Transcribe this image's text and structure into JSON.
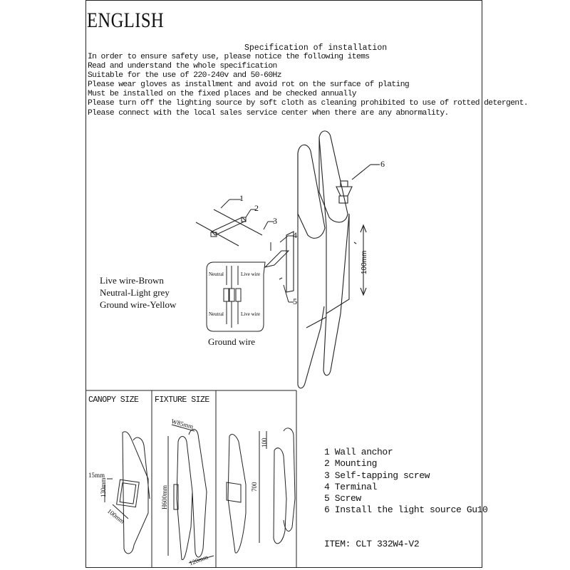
{
  "header": {
    "title": "ENGLISH"
  },
  "specification": {
    "heading": "Specification of installation",
    "lines": [
      "In order to ensure safety use, please notice the following items",
      "Read and understand the whole specification",
      "Suitable for the use of 220-240v and 50-60Hz",
      "Please wear gloves as installment and avoid rot on the surface of plating",
      "Must be installed on the fixed places and be checked annually",
      "Please turn off the lighting source by soft cloth as cleaning prohibited to use of rotted detergent.",
      "Please connect with the local sales service center when there are any abnormality."
    ]
  },
  "wiring": {
    "lines": [
      "Live wire-Brown",
      "Neutral-Light grey",
      "Ground wire-Yellow"
    ],
    "ground_label": "Ground wire",
    "diagram_labels": {
      "neutral": "Neutral",
      "live": "Live wire"
    }
  },
  "callouts": [
    "1",
    "2",
    "3",
    "4",
    "5",
    "6"
  ],
  "dimension_main": "100mm",
  "panels": {
    "canopy": {
      "label": "CANOPY SIZE",
      "dims": [
        "15mm",
        "130mm",
        "100mm"
      ]
    },
    "fixture": {
      "label": "FIXTURE SIZE",
      "dims": [
        "W85mm",
        "H600mm",
        "120mm"
      ]
    },
    "third": {
      "dims": [
        "100",
        "700"
      ]
    }
  },
  "parts": [
    "1 Wall anchor",
    "2 Mounting",
    "3 Self-tapping screw",
    "4 Terminal",
    "5 Screw",
    "6 Install the light source Gu10"
  ],
  "item": "ITEM: CLT 332W4-V2"
}
